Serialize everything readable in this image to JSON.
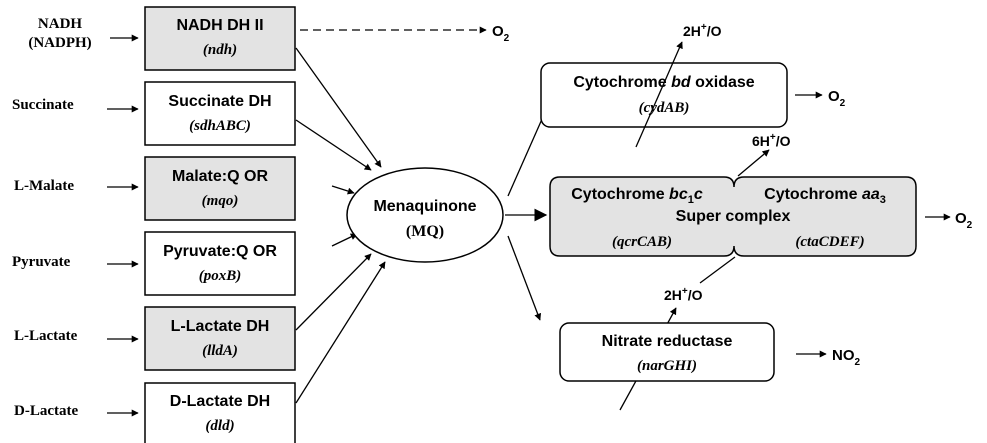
{
  "substrates": {
    "nadh": "NADH",
    "nadph": "(NADPH)",
    "succinate": "Succinate",
    "l_malate": "L-Malate",
    "pyruvate": "Pyruvate",
    "l_lactate": "L-Lactate",
    "d_lactate": "D-Lactate"
  },
  "dehydrogenases": [
    {
      "name": "NADH DH II",
      "gene": "(ndh)"
    },
    {
      "name": "Succinate DH",
      "gene": "(sdhABC)"
    },
    {
      "name": "Malate:Q OR",
      "gene": "(mqo)"
    },
    {
      "name": "Pyruvate:Q OR",
      "gene": "(poxB)"
    },
    {
      "name": "L-Lactate DH",
      "gene": "(lldA)"
    },
    {
      "name": "D-Lactate DH",
      "gene": "(dld)"
    }
  ],
  "quinone": {
    "name": "Menaquinone",
    "abbr": "(MQ)"
  },
  "cyt_bd": {
    "name_a": "Cytochrome ",
    "name_b": "bd",
    "name_c": " oxidase",
    "gene": "(cydAB)",
    "proton": "2H",
    "proton_sup": "+",
    "proton_o": "/O"
  },
  "supercomplex": {
    "bc1c_a": "Cytochrome ",
    "bc1c_b": "bc",
    "bc1c_sub": "1",
    "bc1c_c": "c",
    "aa3_a": "Cytochrome ",
    "aa3_b": "aa",
    "aa3_sub": "3",
    "label": "Super complex",
    "gene_left": "(qcrCAB)",
    "gene_right": "(ctaCDEF)",
    "proton": "6H",
    "proton_sup": "+",
    "proton_o": "/O"
  },
  "nitrate": {
    "name": "Nitrate reductase",
    "gene": "(narGHI)",
    "proton": "2H",
    "proton_sup": "+",
    "proton_o": "/O"
  },
  "products": {
    "o2": "O",
    "o2_sub": "2",
    "no2": "NO",
    "no2_sub": "2"
  }
}
